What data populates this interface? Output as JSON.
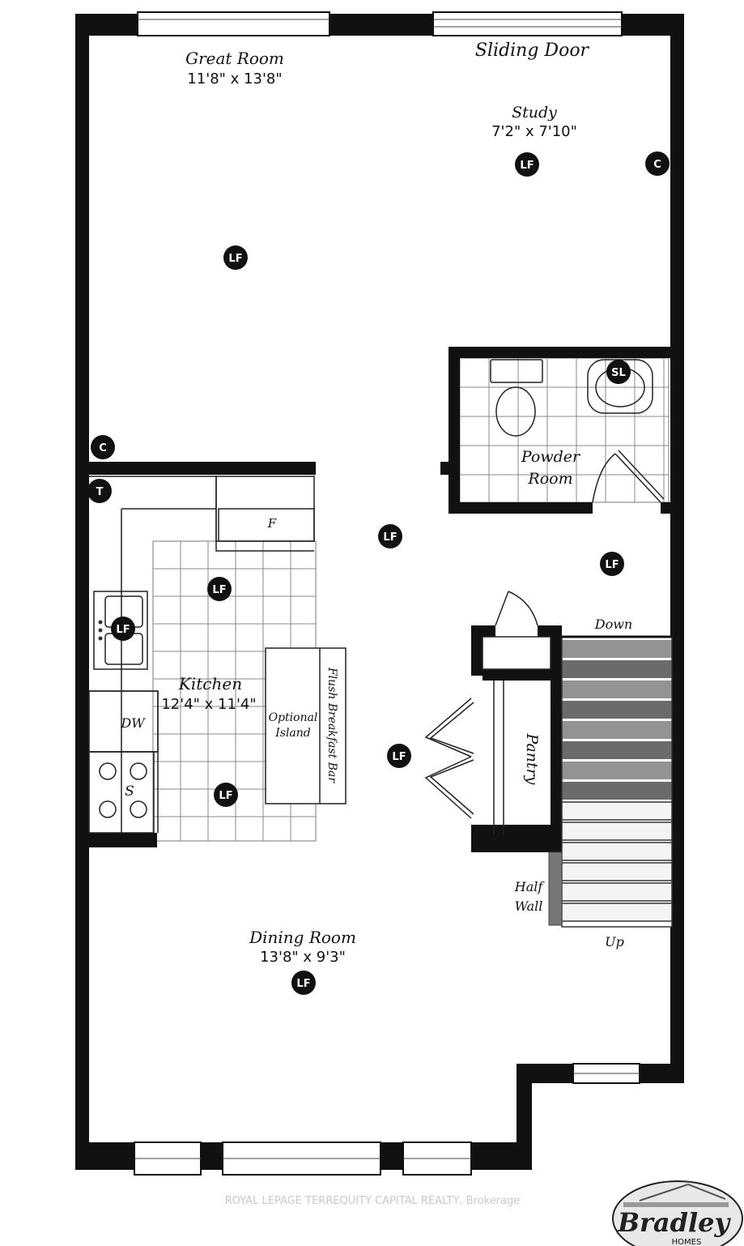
{
  "rooms": {
    "great_room": {
      "name": "Great Room",
      "dims": "11'8\" x 13'8\""
    },
    "study": {
      "name": "Study",
      "dims": "7'2\" x 7'10\""
    },
    "sliding_door": "Sliding Door",
    "powder_room": {
      "line1": "Powder",
      "line2": "Room"
    },
    "kitchen": {
      "name": "Kitchen",
      "dims": "12'4\" x 11'4\""
    },
    "dining_room": {
      "name": "Dining Room",
      "dims": "13'8\" x 9'3\""
    },
    "pantry": "Pantry",
    "half_wall": {
      "line1": "Half",
      "line2": "Wall"
    },
    "optional_island": {
      "line1": "Optional",
      "line2": "Island"
    },
    "flush_breakfast_bar": "Flush Breakfast Bar"
  },
  "fixtures": {
    "fridge": "F",
    "dishwasher": "DW",
    "stove": "S"
  },
  "stairs": {
    "down": "Down",
    "up": "Up"
  },
  "badges": {
    "lf": "LF",
    "c": "C",
    "t": "T",
    "sl": "SL"
  },
  "watermark": "ROYAL LEPAGE TERREQUITY CAPITAL REALTY, Brokerage",
  "logo": {
    "name": "Bradley",
    "sub": "HOMES"
  }
}
